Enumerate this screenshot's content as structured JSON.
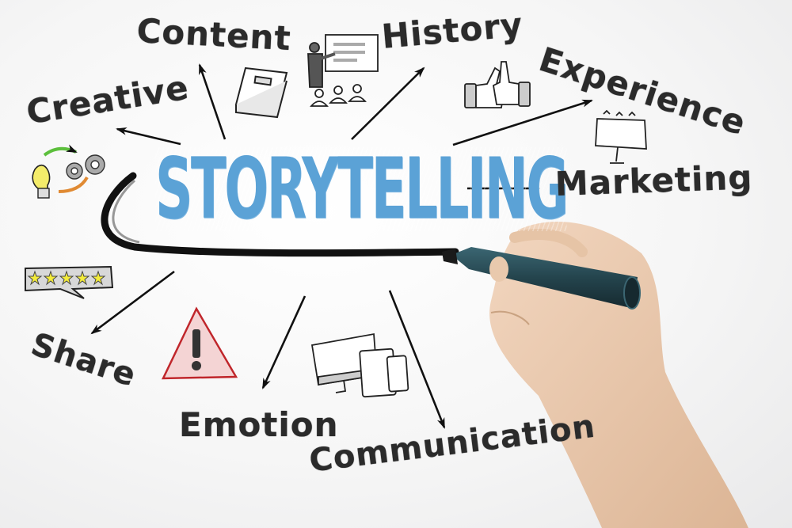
{
  "diagram": {
    "central_topic": "STORYTELLING",
    "colors": {
      "central_text": "#5ba2d6",
      "node_text": "#2b2b2b",
      "arrow": "#111111",
      "marker": "#24444d",
      "warning_red": "#c0262b",
      "star_yellow": "#f4ec3a",
      "skin": "#e9c9ad"
    },
    "nodes": [
      {
        "id": "content",
        "label": "Content",
        "icon": "book-icon"
      },
      {
        "id": "history",
        "label": "History",
        "icon": "presentation-icon"
      },
      {
        "id": "experience",
        "label": "Experience",
        "icon": "thumbs-up-icon"
      },
      {
        "id": "marketing",
        "label": "Marketing",
        "icon": "billboard-icon"
      },
      {
        "id": "creative",
        "label": "Creative",
        "icon": "lightbulb-gears-icon"
      },
      {
        "id": "share",
        "label": "Share",
        "icon": "star-rating-bubble-icon"
      },
      {
        "id": "emotion",
        "label": "Emotion",
        "icon": "warning-triangle-icon"
      },
      {
        "id": "communication",
        "label": "Communication",
        "icon": "devices-icon"
      }
    ],
    "rating_stars": 5
  }
}
